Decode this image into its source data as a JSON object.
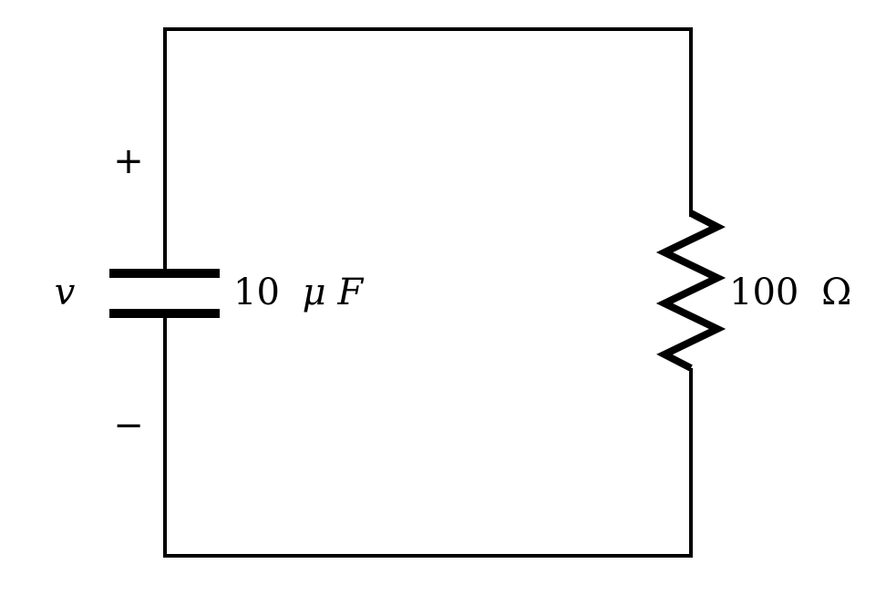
{
  "diagram": {
    "voltage_label": "v",
    "plus_sign": "+",
    "minus_sign": "−",
    "capacitor": {
      "value": "10",
      "unit_prefix": "μ",
      "unit": "F"
    },
    "resistor": {
      "value": "100",
      "unit": "Ω"
    }
  }
}
